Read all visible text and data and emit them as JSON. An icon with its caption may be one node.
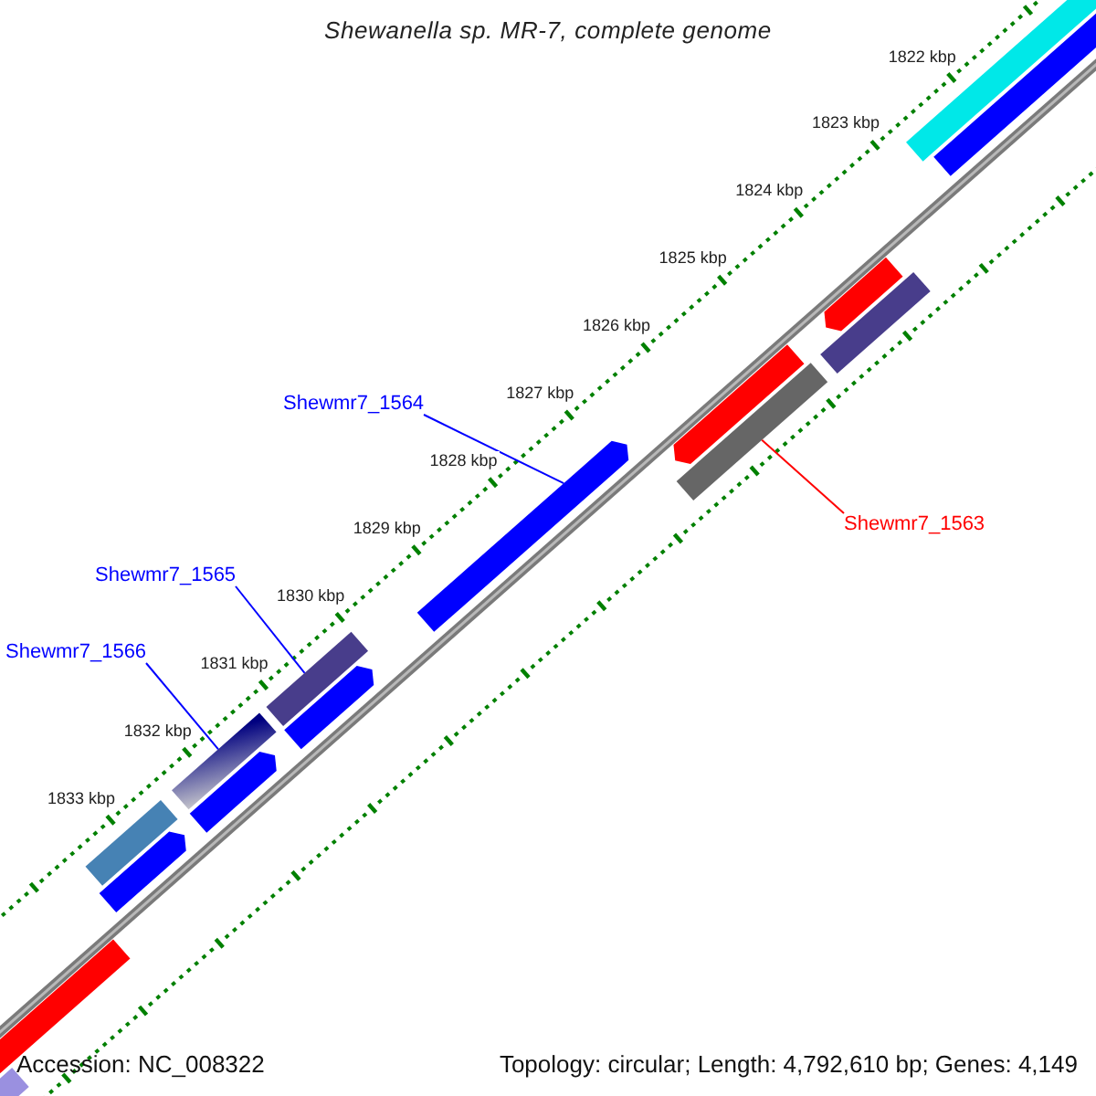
{
  "diagram": {
    "title": "Shewanella sp. MR-7, complete genome",
    "nodes": [
      {
        "text": [
          "Shewmr7_1564"
        ]
      },
      {
        "text": [
          "Shewmr7_1563"
        ]
      },
      {
        "text": [
          "Shewmr7_1565"
        ]
      },
      {
        "text": [
          "Shewmr7_1566"
        ]
      },
      {
        "text": [],
        "shape": "bar"
      },
      {
        "text": [],
        "shape": "bar"
      },
      {
        "text": [],
        "shape": "bar"
      },
      {
        "text": [],
        "shape": "bar"
      },
      {
        "text": [],
        "shape": "bar"
      },
      {
        "text": [],
        "shape": "bar"
      },
      {
        "text": [],
        "shape": "bar"
      },
      {
        "text": [],
        "shape": "bar"
      },
      {
        "text": [],
        "shape": "bar"
      },
      {
        "text": [],
        "shape": "bar"
      },
      {
        "text": [],
        "shape": "bar"
      },
      {
        "text": [],
        "shape": "bar"
      },
      {
        "text": [],
        "shape": "bar"
      },
      {
        "text": [],
        "shape": "bar"
      },
      {
        "text": [],
        "shape": "bar"
      }
    ],
    "edges": [
      {
        "from": 0,
        "to": 12,
        "arrow": "none"
      },
      {
        "from": 1,
        "to": 14,
        "arrow": "none",
        "color": "#ff0000"
      },
      {
        "from": 2,
        "to": 10,
        "arrow": "none"
      },
      {
        "from": 3,
        "to": 8,
        "arrow": "none"
      }
    ],
    "labels": [
      "1822 kbp",
      "1823 kbp",
      "1824 kbp",
      "1825 kbp",
      "1826 kbp",
      "1827 kbp",
      "1828 kbp",
      "1829 kbp",
      "1830 kbp",
      "1831 kbp",
      "1832 kbp",
      "1833 kbp",
      "Accession: NC_008322",
      "Topology: circular; Length: 4,792,610 bp; Genes: 4,149"
    ]
  }
}
